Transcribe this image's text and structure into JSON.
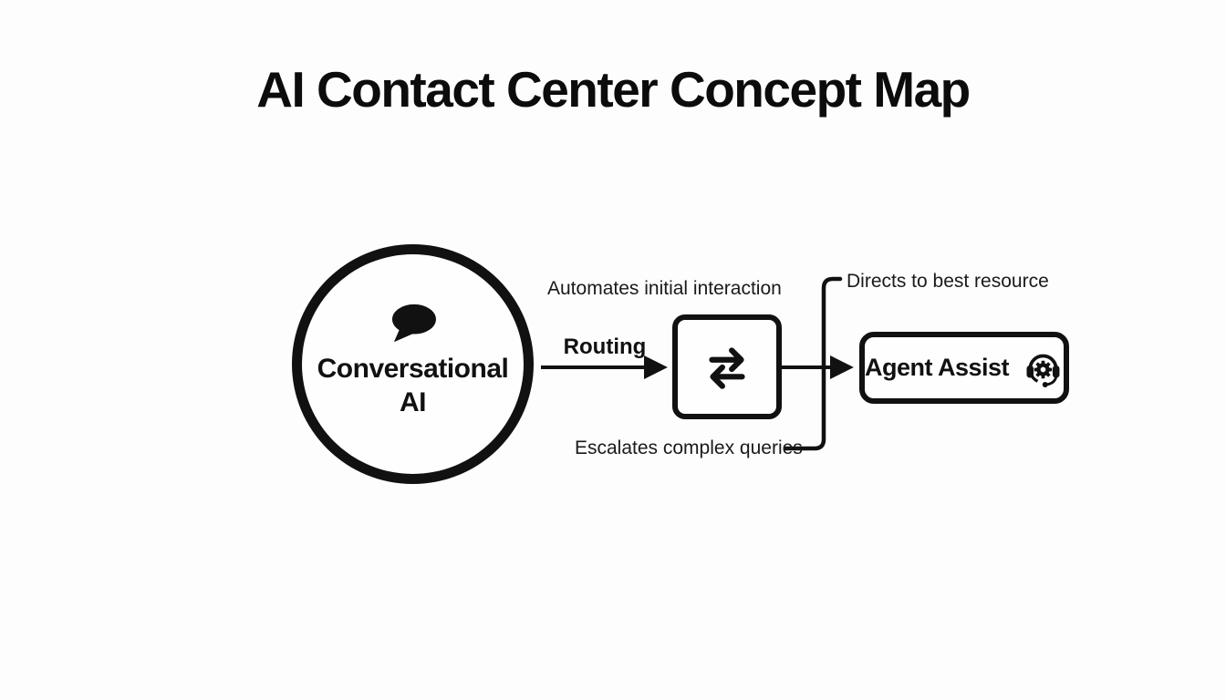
{
  "page": {
    "title": "AI Contact Center Concept Map",
    "background_color": "#fdfdfd",
    "ink_color": "#111111"
  },
  "nodes": {
    "conversational_ai": {
      "shape": "circle",
      "icon": "speech-bubble-icon",
      "label_line1": "Conversational",
      "label_line2": "AI"
    },
    "routing_switch": {
      "shape": "rounded-square",
      "icon": "swap-arrows-icon",
      "label": ""
    },
    "agent_assist": {
      "shape": "rounded-rectangle",
      "icon": "headset-gear-icon",
      "label": "Agent Assist"
    }
  },
  "edges": {
    "routing": {
      "label": "Routing",
      "from": "conversational_ai",
      "to": "routing_switch"
    },
    "automates": {
      "label": "Automates initial interaction"
    },
    "escalates": {
      "label": "Escalates complex queries"
    },
    "directs": {
      "label": "Directs to best resource"
    }
  }
}
